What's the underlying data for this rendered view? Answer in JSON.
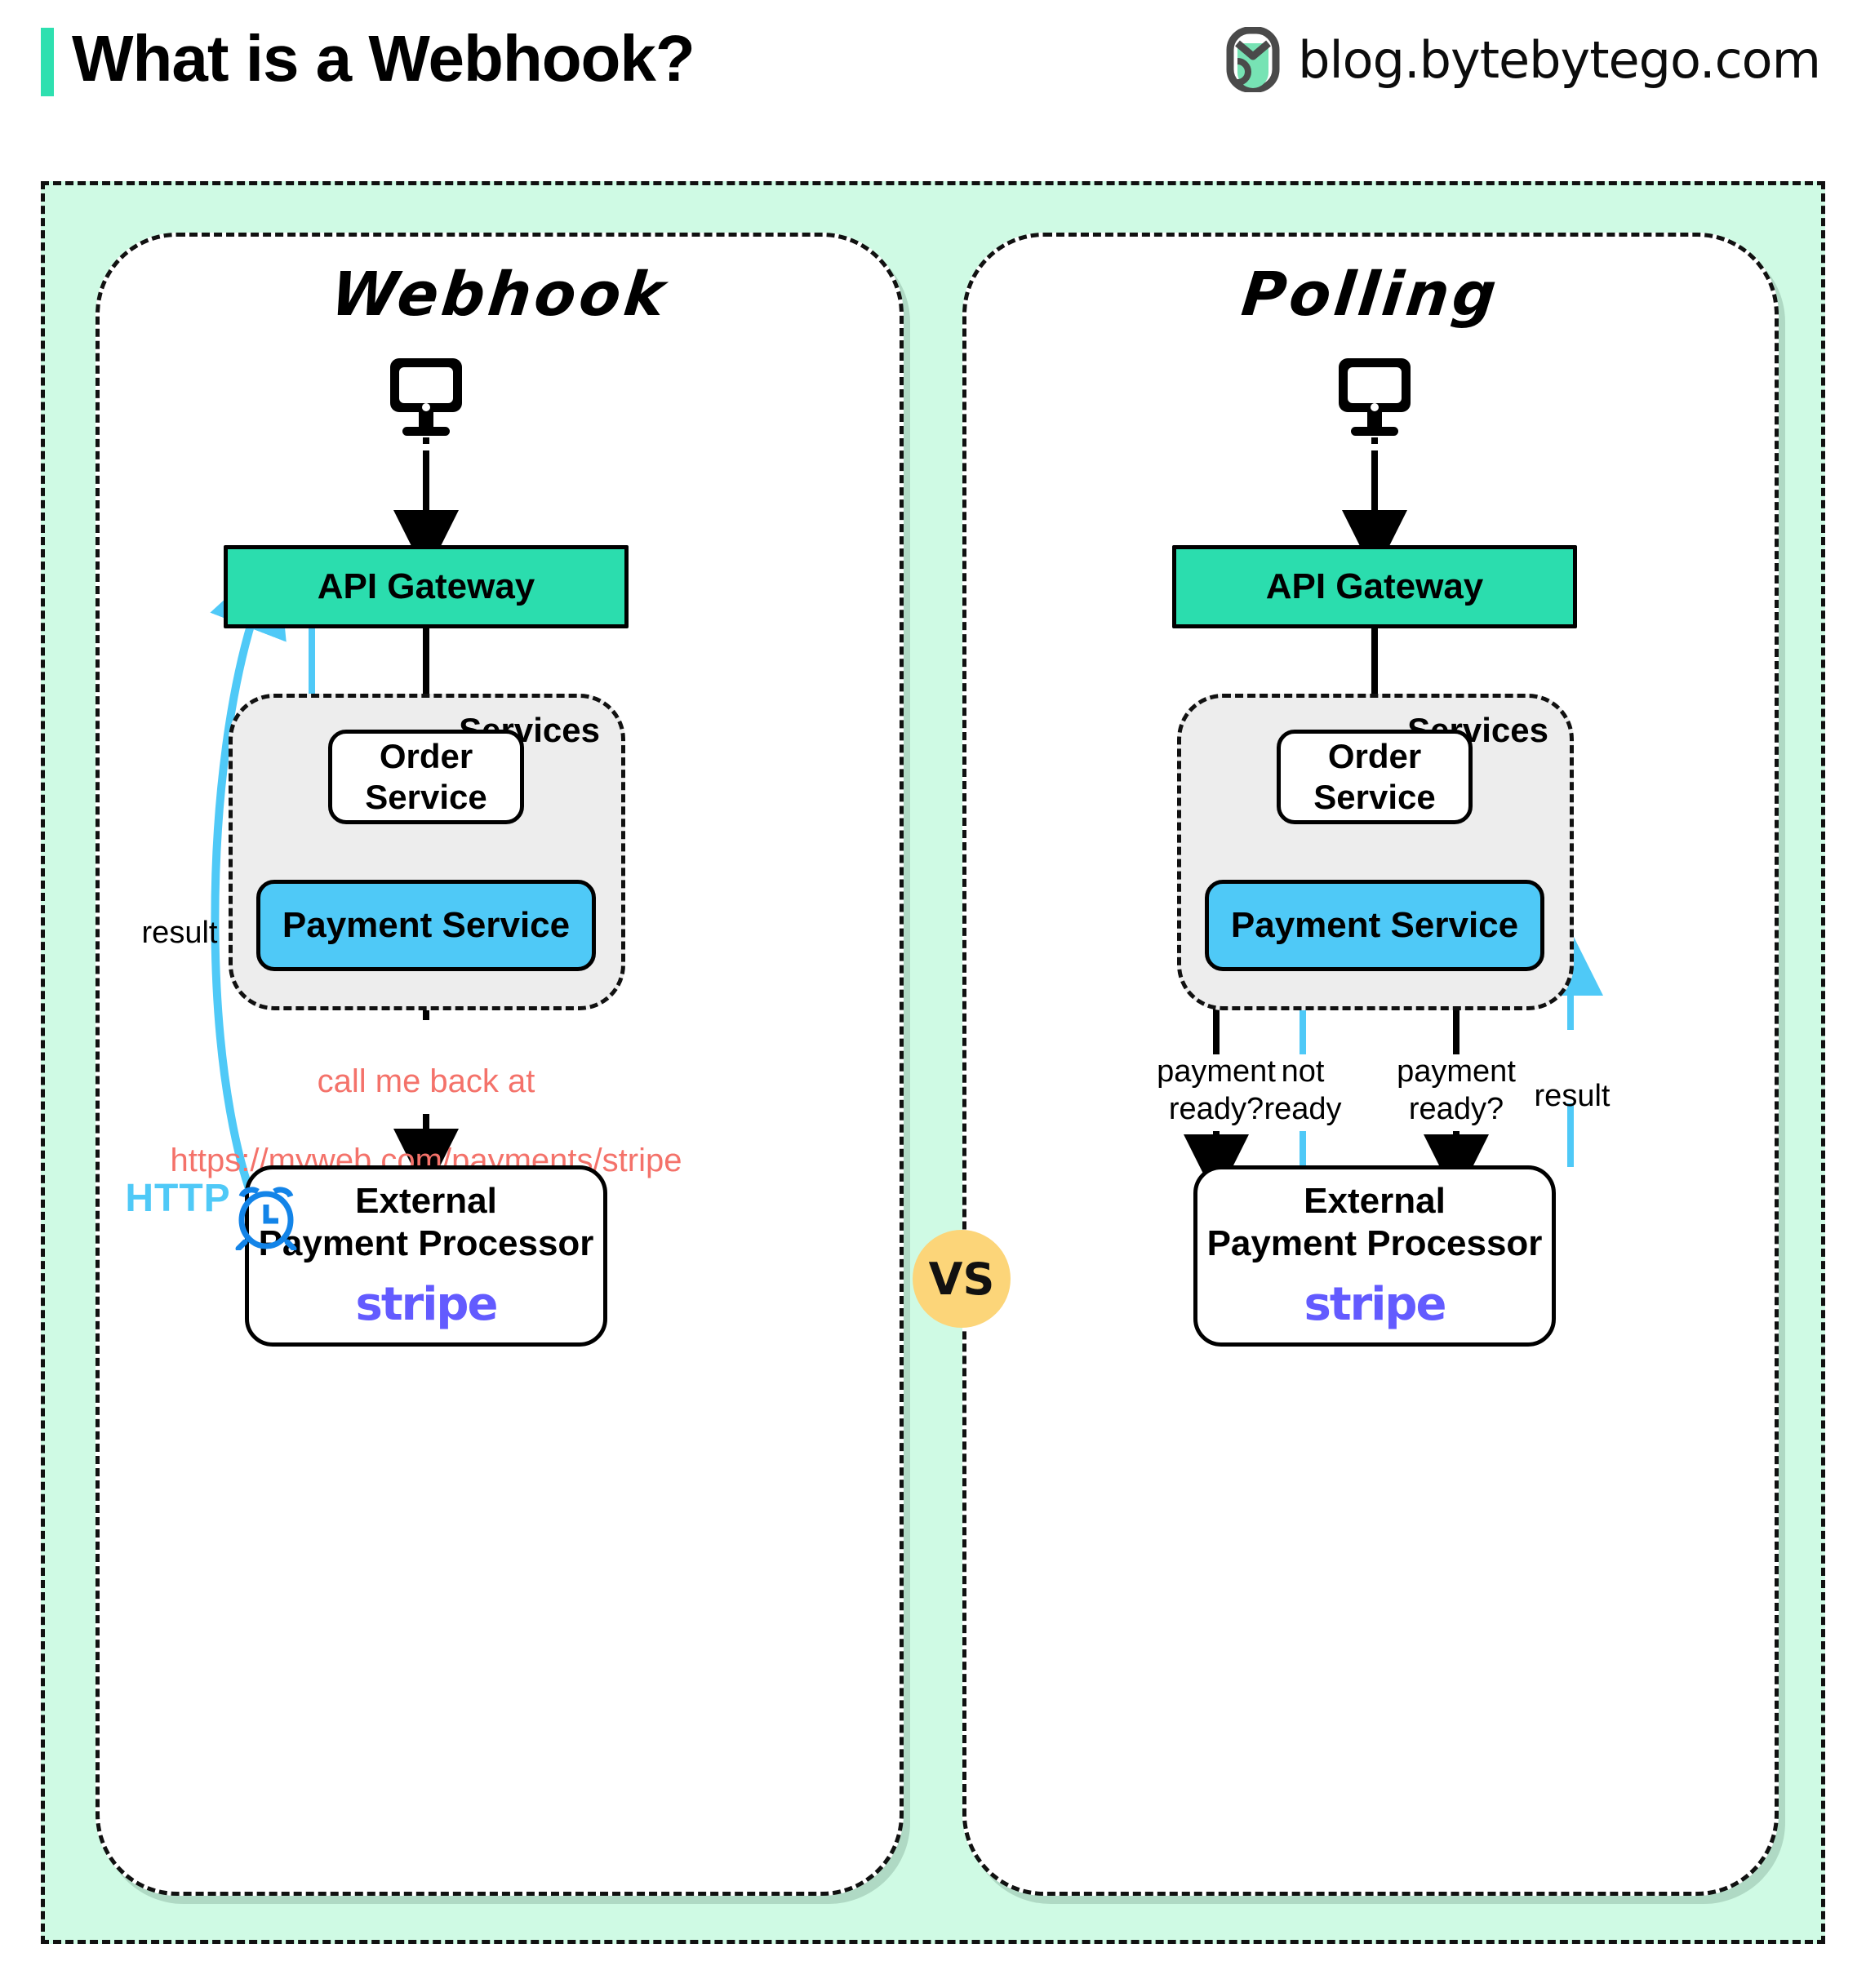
{
  "header": {
    "title": "What is a Webhook?",
    "brand_text": "blog.bytebytego.com",
    "brand_logo_icon": "bytebytego-logo-icon",
    "accent_color": "#2EE0B0"
  },
  "vs_badge": {
    "label": "VS",
    "color": "#FCD579"
  },
  "colors": {
    "canvas": "#CFFAE4",
    "gateway": "#2BDDAE",
    "payment": "#4FC9F7",
    "services_bg": "#EDEDED",
    "callback_text": "#F4726A",
    "http_blue": "#4FC9F7",
    "stripe_purple": "#635BFF"
  },
  "panels": [
    {
      "id": "webhook",
      "title": "Webhook",
      "client_icon": "desktop-monitor-icon",
      "gateway": {
        "label": "API Gateway"
      },
      "services": {
        "label": "Services",
        "order": {
          "line1": "Order",
          "line2": "Service"
        },
        "payment": {
          "label": "Payment Service"
        }
      },
      "callback": {
        "line1": "call me back at",
        "line2": "https://myweb.com/payments/stripe"
      },
      "external": {
        "line1": "External",
        "line2": "Payment Processor",
        "logo": "stripe"
      },
      "annotations": {
        "result": "result",
        "http": "HTTP",
        "clock_icon": "alarm-clock-icon"
      }
    },
    {
      "id": "polling",
      "title": "Polling",
      "client_icon": "desktop-monitor-icon",
      "gateway": {
        "label": "API Gateway"
      },
      "services": {
        "label": "Services",
        "order": {
          "line1": "Order",
          "line2": "Service"
        },
        "payment": {
          "label": "Payment Service"
        }
      },
      "external": {
        "line1": "External",
        "line2": "Payment Processor",
        "logo": "stripe"
      },
      "annotations": {
        "poll1": "payment\nready?",
        "poll_reply1": "not\nready",
        "poll2": "payment\nready?",
        "poll_reply2": "result"
      }
    }
  ]
}
